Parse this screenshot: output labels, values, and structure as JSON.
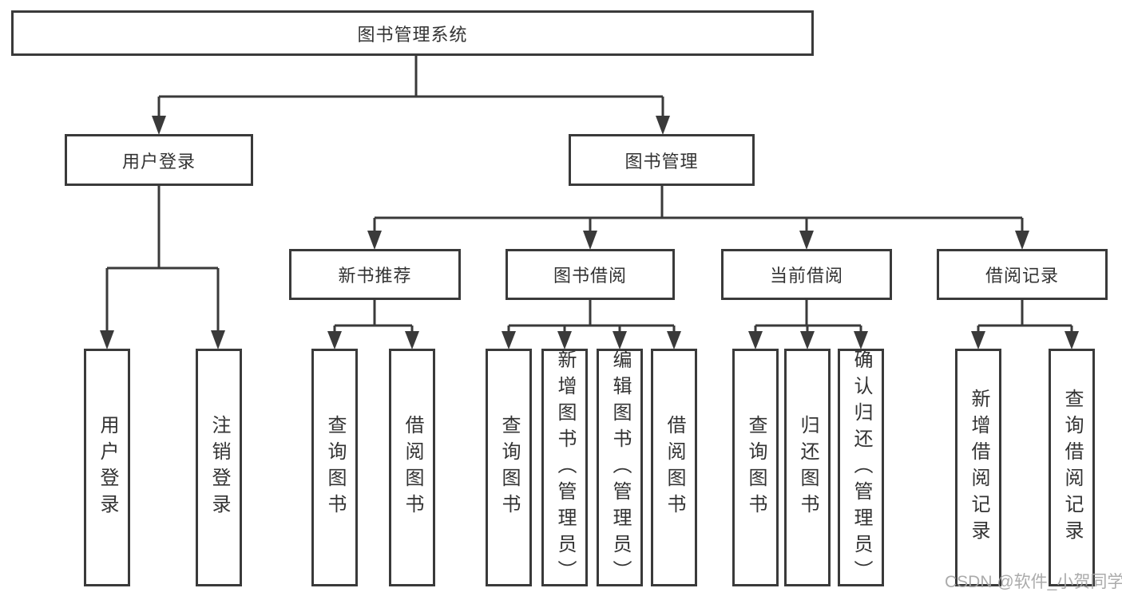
{
  "diagram_title": "图书管理系统",
  "tree": {
    "root": {
      "label": "图书管理系统"
    },
    "level2": [
      {
        "label": "用户登录"
      },
      {
        "label": "图书管理"
      }
    ],
    "level3": [
      {
        "label": "新书推荐"
      },
      {
        "label": "图书借阅"
      },
      {
        "label": "当前借阅"
      },
      {
        "label": "借阅记录"
      }
    ],
    "leaves": {
      "user_login": [
        {
          "label": "用户登录"
        },
        {
          "label": "注销登录"
        }
      ],
      "new_book": [
        {
          "label": "查询图书"
        },
        {
          "label": "借阅图书"
        }
      ],
      "book_borrow": [
        {
          "label": "查询图书"
        },
        {
          "label": "新增图书（管理员）"
        },
        {
          "label": "编辑图书（管理员）"
        },
        {
          "label": "借阅图书"
        }
      ],
      "current_borrow": [
        {
          "label": "查询图书"
        },
        {
          "label": "归还图书"
        },
        {
          "label": "确认归还（管理员）"
        }
      ],
      "borrow_record": [
        {
          "label": "新增借阅记录"
        },
        {
          "label": "查询借阅记录"
        }
      ]
    }
  },
  "watermark": {
    "text": "CSDN @软件_小贺同学"
  },
  "colors": {
    "line": "#3a3a3a",
    "text": "#333333",
    "background": "#ffffff",
    "watermark": "#a4a4a4"
  }
}
